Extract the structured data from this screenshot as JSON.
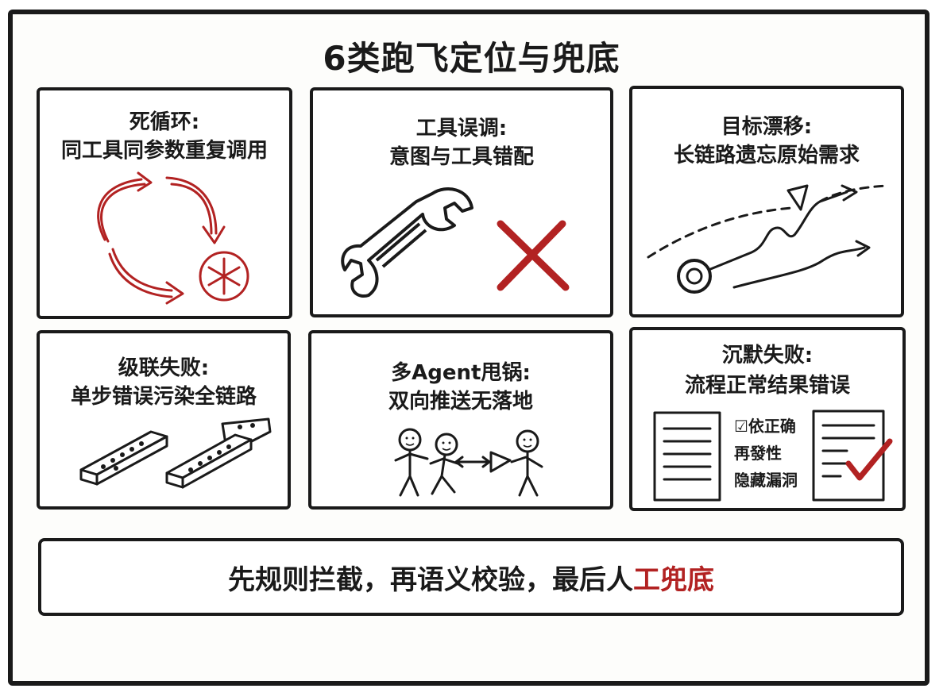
{
  "title": "6类跑飞定位与兜底",
  "colors": {
    "accent": "#b22222",
    "ink": "#1a1a1a"
  },
  "cards": [
    {
      "title": "死循环:",
      "subtitle": "同工具同参数重复调用",
      "icon": "loop-arrows-icon"
    },
    {
      "title": "工具误调:",
      "subtitle": "意图与工具错配",
      "icon": "wrench-cross-icon"
    },
    {
      "title": "目标漂移:",
      "subtitle": "长链路遗忘原始需求",
      "icon": "drifting-path-icon"
    },
    {
      "title": "级联失败:",
      "subtitle": "单步错误污染全链路",
      "icon": "domino-icon"
    },
    {
      "title": "多Agent甩锅:",
      "subtitle": "双向推送无落地",
      "icon": "stick-figures-icon"
    },
    {
      "title": "沉默失败:",
      "subtitle": "流程正常结果错误",
      "icon": "checklist-document-icon",
      "labels": [
        "☑依正确",
        "再發性",
        "隐藏漏洞"
      ]
    }
  ],
  "footer": {
    "prefix": "先规则拦截，再语义校验，最后人",
    "highlight": "工兜底"
  }
}
